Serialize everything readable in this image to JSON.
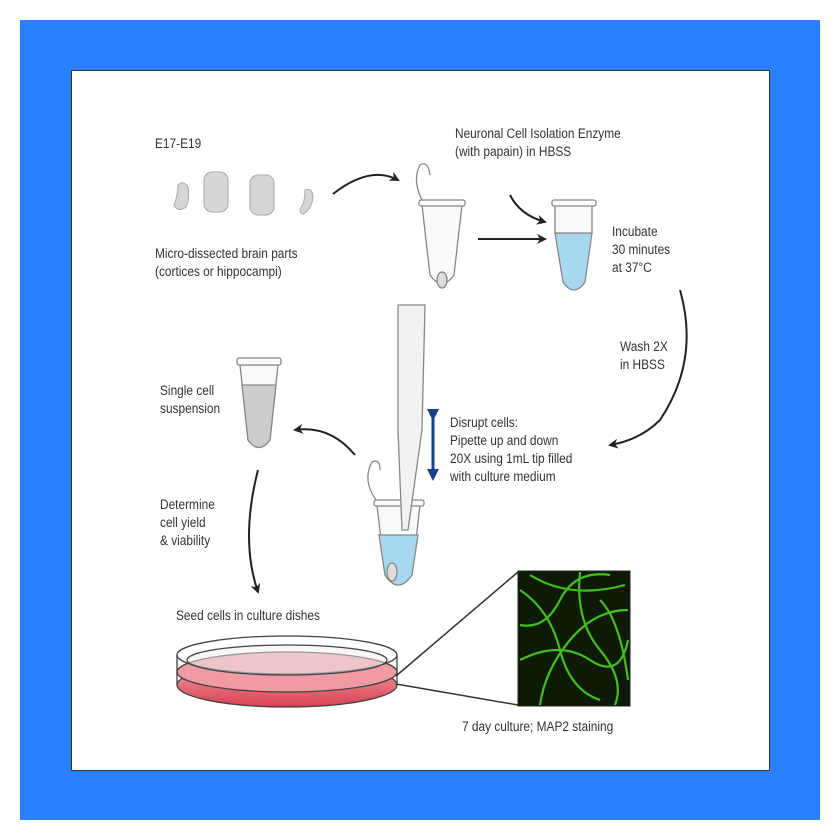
{
  "colors": {
    "border": "#2a80fe",
    "medium": "#a8d8f0",
    "culture": "#e8606c",
    "stain": "#4cd020"
  },
  "labels": {
    "age": "E17-E19",
    "brain_parts": "Micro-dissected brain parts\n(cortices or hippocampi)",
    "enzyme": "Neuronal Cell Isolation Enzyme\n(with papain) in HBSS",
    "incubate": "Incubate\n30 minutes\nat 37°C",
    "wash": "Wash 2X\nin HBSS",
    "disrupt": "Disrupt cells:\nPipette up and down\n20X using 1mL tip filled\nwith culture medium",
    "single_cell": "Single cell\nsuspension",
    "determine": "Determine\ncell yield\n& viability",
    "seed": "Seed cells in culture dishes",
    "culture": "7 day culture; MAP2 staining"
  }
}
